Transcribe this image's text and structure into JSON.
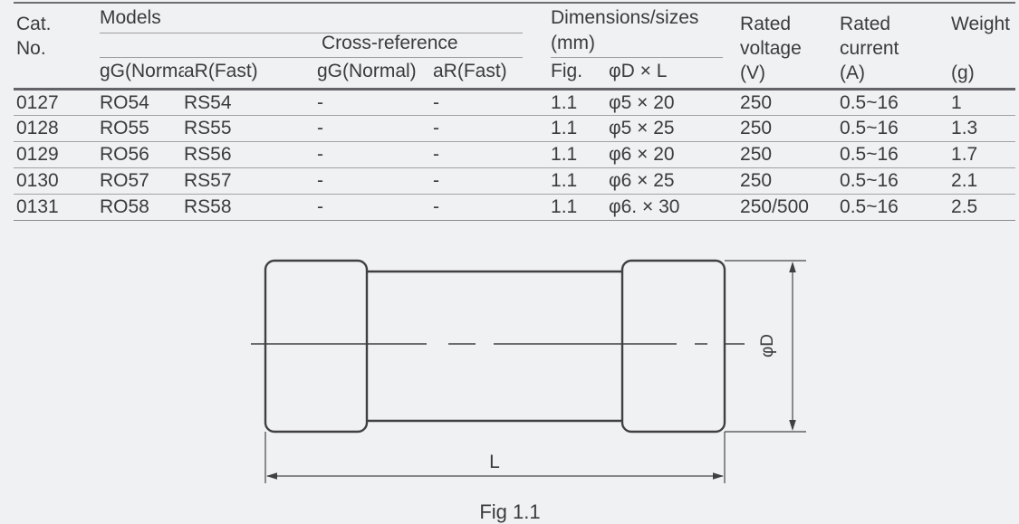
{
  "table": {
    "header": {
      "cat_no_line1": "Cat.",
      "cat_no_line2": "No.",
      "models": "Models",
      "cross_reference": "Cross-reference",
      "dimensions_line1": "Dimensions/sizes",
      "dimensions_line2": "(mm)",
      "col_gg_normal": "gG(Normal)",
      "col_ar_fast": "aR(Fast)",
      "col_xref_gg_normal": "gG(Normal)",
      "col_xref_ar_fast": "aR(Fast)",
      "col_fig": "Fig.",
      "col_dxl": "φD × L",
      "rated_voltage_line1": "Rated",
      "rated_voltage_line2": "voltage",
      "rated_voltage_line3": "(V)",
      "rated_current_line1": "Rated",
      "rated_current_line2": "current",
      "rated_current_line3": "(A)",
      "weight_line1": "Weight",
      "weight_line2": "(g)"
    },
    "rows": [
      {
        "cat_no": "0127",
        "gg_normal": "RO54",
        "ar_fast": "RS54",
        "xref_gg": "-",
        "xref_ar": "-",
        "fig": "1.1",
        "d_x_l": "φ5 × 20",
        "rated_voltage": "250",
        "rated_current": "0.5~16",
        "weight": "1"
      },
      {
        "cat_no": "0128",
        "gg_normal": "RO55",
        "ar_fast": "RS55",
        "xref_gg": "-",
        "xref_ar": "-",
        "fig": "1.1",
        "d_x_l": "φ5 × 25",
        "rated_voltage": "250",
        "rated_current": "0.5~16",
        "weight": "1.3"
      },
      {
        "cat_no": "0129",
        "gg_normal": "RO56",
        "ar_fast": "RS56",
        "xref_gg": "-",
        "xref_ar": "-",
        "fig": "1.1",
        "d_x_l": "φ6 × 20",
        "rated_voltage": "250",
        "rated_current": "0.5~16",
        "weight": "1.7"
      },
      {
        "cat_no": "0130",
        "gg_normal": "RO57",
        "ar_fast": "RS57",
        "xref_gg": "-",
        "xref_ar": "-",
        "fig": "1.1",
        "d_x_l": "φ6 × 25",
        "rated_voltage": "250",
        "rated_current": "0.5~16",
        "weight": "2.1"
      },
      {
        "cat_no": "0131",
        "gg_normal": "RO58",
        "ar_fast": "RS58",
        "xref_gg": "-",
        "xref_ar": "-",
        "fig": "1.1",
        "d_x_l": "φ6. × 30",
        "rated_voltage": "250/500",
        "rated_current": "0.5~16",
        "weight": "2.5"
      }
    ]
  },
  "diagram": {
    "dimension_label_diameter": "φD",
    "dimension_label_length": "L",
    "caption": "Fig 1.1"
  },
  "colors": {
    "background": "#f0f1f2",
    "text": "#3b3b3d",
    "drawing_line": "#3f3f44",
    "table_rule": "#9d9da2"
  }
}
